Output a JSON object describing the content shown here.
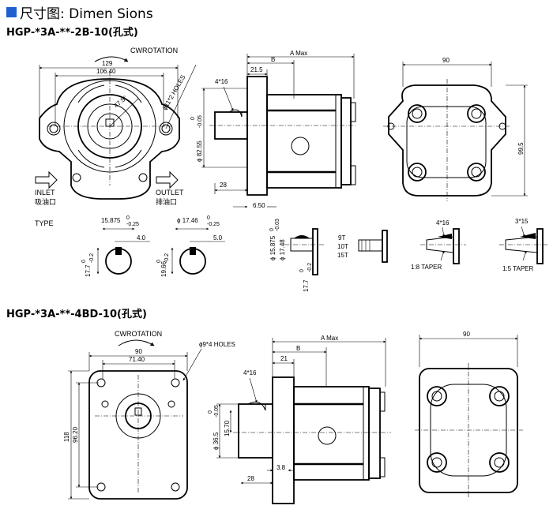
{
  "header": {
    "title": "尺寸图: Dimen Sions",
    "square_color": "#1f5fd0"
  },
  "model_2b": {
    "title": "HGP-*3A-**-2B-10(孔式)",
    "front": {
      "rotation": "CWROTATION",
      "width_overall": "129",
      "bolt_pitch": "106.40",
      "holes": "ϕ11*2 HOLES",
      "angle": "47.5°",
      "pilot_dia": "ϕ 82.55",
      "pilot_tol_upper": "0",
      "pilot_tol_lower": "-0.05",
      "inlet_en": "INLET",
      "inlet_cn": "吸油口",
      "outlet_en": "OUTLET",
      "outlet_cn": "排油口"
    },
    "side": {
      "a_max": "A Max",
      "b": "B",
      "dim_21_5": "21.5",
      "thread": "4*16",
      "dim_28": "28",
      "dim_6_50": "6.50"
    },
    "rear": {
      "width": "90",
      "height": "99.5"
    },
    "type_label": "TYPE",
    "shaft_a": {
      "dia": "15.875",
      "dia_tol_upper": "0",
      "dia_tol_lower": "-0.25",
      "key": "4.0",
      "height": "17.7",
      "h_tol_upper": "0",
      "h_tol_lower": "-0.2"
    },
    "shaft_b": {
      "dia": "ϕ 17.46",
      "dia_tol_upper": "0",
      "dia_tol_lower": "-0.25",
      "key": "5.0",
      "height": "19.66",
      "h_tol_upper": "0",
      "h_tol_lower": "-0.2"
    },
    "spline": {
      "dia1": "ϕ 15.875",
      "dia1_tol_upper": "0",
      "dia1_tol_lower": "-0.03",
      "dia2": "ϕ 17.48",
      "height": "17.7",
      "h_tol_upper": "0",
      "h_tol_lower": "-0.2",
      "teeth": [
        "9T",
        "10T",
        "15T"
      ]
    },
    "taper1": {
      "thread": "4*16",
      "ratio": "1:8 TAPER"
    },
    "taper2": {
      "thread": "3*15",
      "ratio": "1:5 TAPER"
    }
  },
  "model_4bd": {
    "title": "HGP-*3A-**-4BD-10(孔式)",
    "front": {
      "rotation": "CWROTATION",
      "width_overall": "90",
      "bolt_pitch": "71.40",
      "holes": "ϕ9*4 HOLES",
      "height_overall": "118",
      "height_pitch": "96.20"
    },
    "side": {
      "a_max": "A Max",
      "b": "B",
      "dim_21": "21",
      "thread": "4*16",
      "shaft_dia": "ϕ 36.5",
      "shaft_tol_upper": "0",
      "shaft_tol_lower": "-0.05",
      "key_dim": "15.70",
      "dim_28": "28",
      "dim_3_8": "3.8"
    },
    "rear": {
      "width": "90"
    }
  }
}
